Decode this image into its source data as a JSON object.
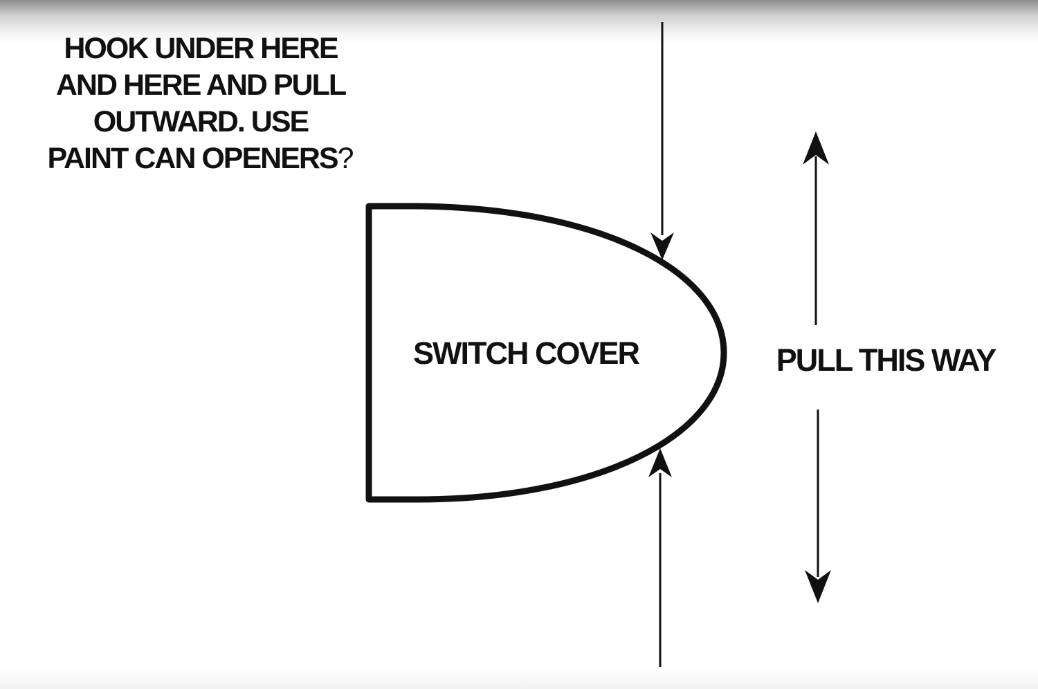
{
  "instruction": {
    "line1": "HOOK UNDER HERE",
    "line2": "AND HERE AND PULL",
    "line3": "OUTWARD. USE",
    "line4": "PAINT CAN OPENERS",
    "mark": "?"
  },
  "labels": {
    "switch_cover": "SWITCH COVER",
    "pull_direction": "PULL THIS WAY"
  },
  "colors": {
    "ink": "#111111",
    "background": "#ffffff"
  }
}
